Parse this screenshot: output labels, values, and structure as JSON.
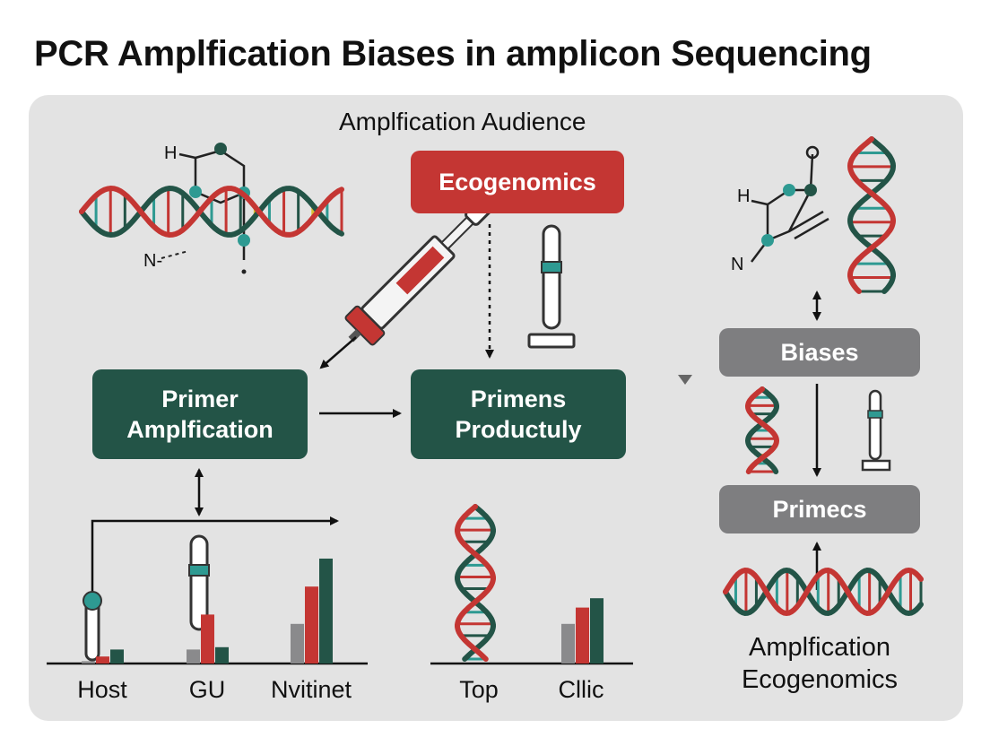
{
  "title": "PCR Amplfication Biases in amplicon Sequencing",
  "subtitle": "Amplfication Audience",
  "boxes": {
    "ecogenomics": "Ecogenomics",
    "primer_line1": "Primer",
    "primer_line2": "Amplfication",
    "primens_line1": "Primens",
    "primens_line2": "Productuly",
    "biases": "Biases",
    "primecs": "Primecs"
  },
  "molecule_labels": {
    "h_left": "H",
    "n_left": "N-",
    "h_right": "H",
    "n_right": "N"
  },
  "bottom_right": {
    "line1": "Amplfication",
    "line2": "Ecogenomics"
  },
  "colors": {
    "green": "#235447",
    "red": "#c43633",
    "gray": "#7e7e80",
    "teal": "#2e9a92",
    "yellow": "#d9c12e"
  },
  "chart_data": [
    {
      "type": "bar",
      "categories": [
        "Host",
        "GU",
        "Nvitinet"
      ],
      "series": [
        {
          "values": [
            1,
            6,
            17
          ]
        },
        {
          "values": [
            3,
            21,
            33
          ]
        },
        {
          "values": [
            6,
            7,
            45
          ]
        }
      ],
      "ylim": [
        0,
        50
      ]
    },
    {
      "type": "bar",
      "categories": [
        "Top",
        "Cllic"
      ],
      "series": [
        {
          "values": [
            0,
            17
          ]
        },
        {
          "values": [
            0,
            24
          ]
        },
        {
          "values": [
            0,
            28
          ]
        }
      ],
      "ylim": [
        0,
        50
      ]
    }
  ]
}
